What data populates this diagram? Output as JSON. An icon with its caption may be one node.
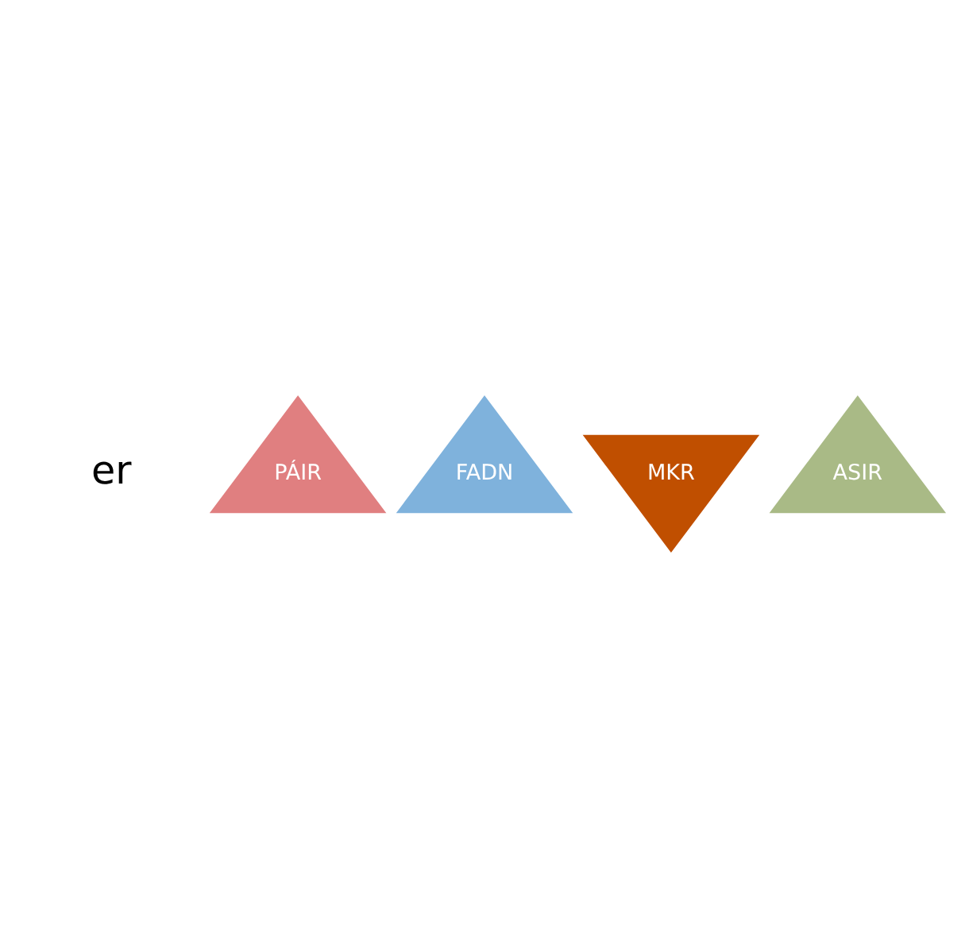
{
  "diagram": {
    "nodes": [
      {
        "text": [
          "PÁIR"
        ]
      },
      {
        "text": [
          "FADN"
        ]
      },
      {
        "text": [
          "MKR"
        ]
      },
      {
        "text": [
          "ASIR"
        ]
      }
    ],
    "labels": [
      "er"
    ]
  }
}
